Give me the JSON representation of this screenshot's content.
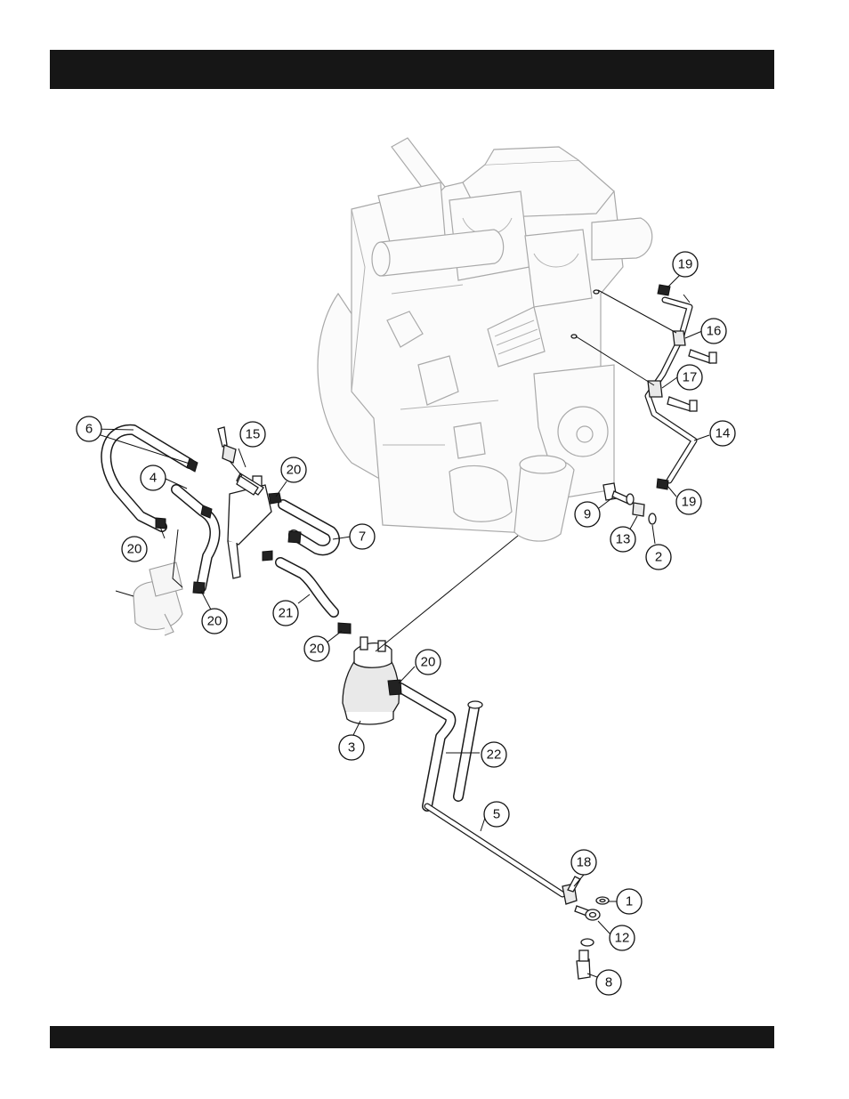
{
  "header_bar": {
    "text": ""
  },
  "footer_bar": {
    "text": ""
  },
  "callouts": [
    {
      "id": "c19a",
      "label": "19"
    },
    {
      "id": "c16",
      "label": "16"
    },
    {
      "id": "c17",
      "label": "17"
    },
    {
      "id": "c14",
      "label": "14"
    },
    {
      "id": "c19b",
      "label": "19"
    },
    {
      "id": "c9",
      "label": "9"
    },
    {
      "id": "c13",
      "label": "13"
    },
    {
      "id": "c2",
      "label": "2"
    },
    {
      "id": "c6",
      "label": "6"
    },
    {
      "id": "c15",
      "label": "15"
    },
    {
      "id": "c4",
      "label": "4"
    },
    {
      "id": "c20a",
      "label": "20"
    },
    {
      "id": "c7",
      "label": "7"
    },
    {
      "id": "c20b",
      "label": "20"
    },
    {
      "id": "c20c",
      "label": "20"
    },
    {
      "id": "c21",
      "label": "21"
    },
    {
      "id": "c20d",
      "label": "20"
    },
    {
      "id": "c20e",
      "label": "20"
    },
    {
      "id": "c3",
      "label": "3"
    },
    {
      "id": "c22",
      "label": "22"
    },
    {
      "id": "c5",
      "label": "5"
    },
    {
      "id": "c18",
      "label": "18"
    },
    {
      "id": "c1",
      "label": "1"
    },
    {
      "id": "c12",
      "label": "12"
    },
    {
      "id": "c8",
      "label": "8"
    }
  ],
  "colors": {
    "bar": "#161616",
    "line": "#1a1a1a",
    "ghost_engine": "#a9a9a9"
  }
}
